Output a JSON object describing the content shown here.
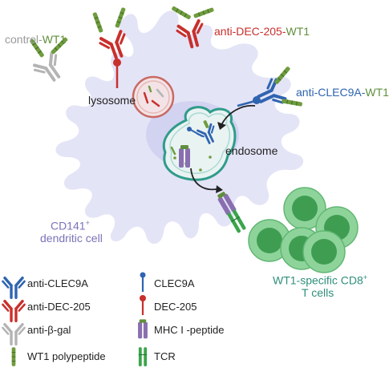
{
  "labels": {
    "control_prefix": "control-",
    "control_suffix": "WT1",
    "dec_prefix": "anti-DEC-205-",
    "dec_suffix": "WT1",
    "clec_prefix": "anti-CLEC9A-",
    "clec_suffix": "WT1",
    "lysosome": "lysosome",
    "endosome": "endosome",
    "dc_line1": "CD141",
    "dc_line1_sup": "+",
    "dc_line2": "dendritic cell",
    "tcell_line1": "WT1-specific CD8",
    "tcell_line1_sup": "+",
    "tcell_line2": "T cells"
  },
  "legend": {
    "left": [
      "anti-CLEC9A",
      "anti-DEC-205",
      "anti-β-gal",
      "WT1 polypeptide"
    ],
    "right": [
      "CLEC9A",
      "DEC-205",
      "MHC I -peptide",
      "TCR"
    ]
  },
  "colors": {
    "cell_fill": "#e4e4f7",
    "nucleus": "#cfcff0",
    "antibody_blue": "#2f64b0",
    "antibody_red": "#c8302c",
    "antibody_gray": "#b4b4b4",
    "peptide_green": "#6f9c3e",
    "mhc_purple": "#8a6fb0",
    "tcr_green": "#3aa54b",
    "tcell_outer": "#8ed49a",
    "tcell_inner": "#3f9d52",
    "endosome_teal": "#2f9c8b",
    "lysosome_red": "#c96a63"
  }
}
